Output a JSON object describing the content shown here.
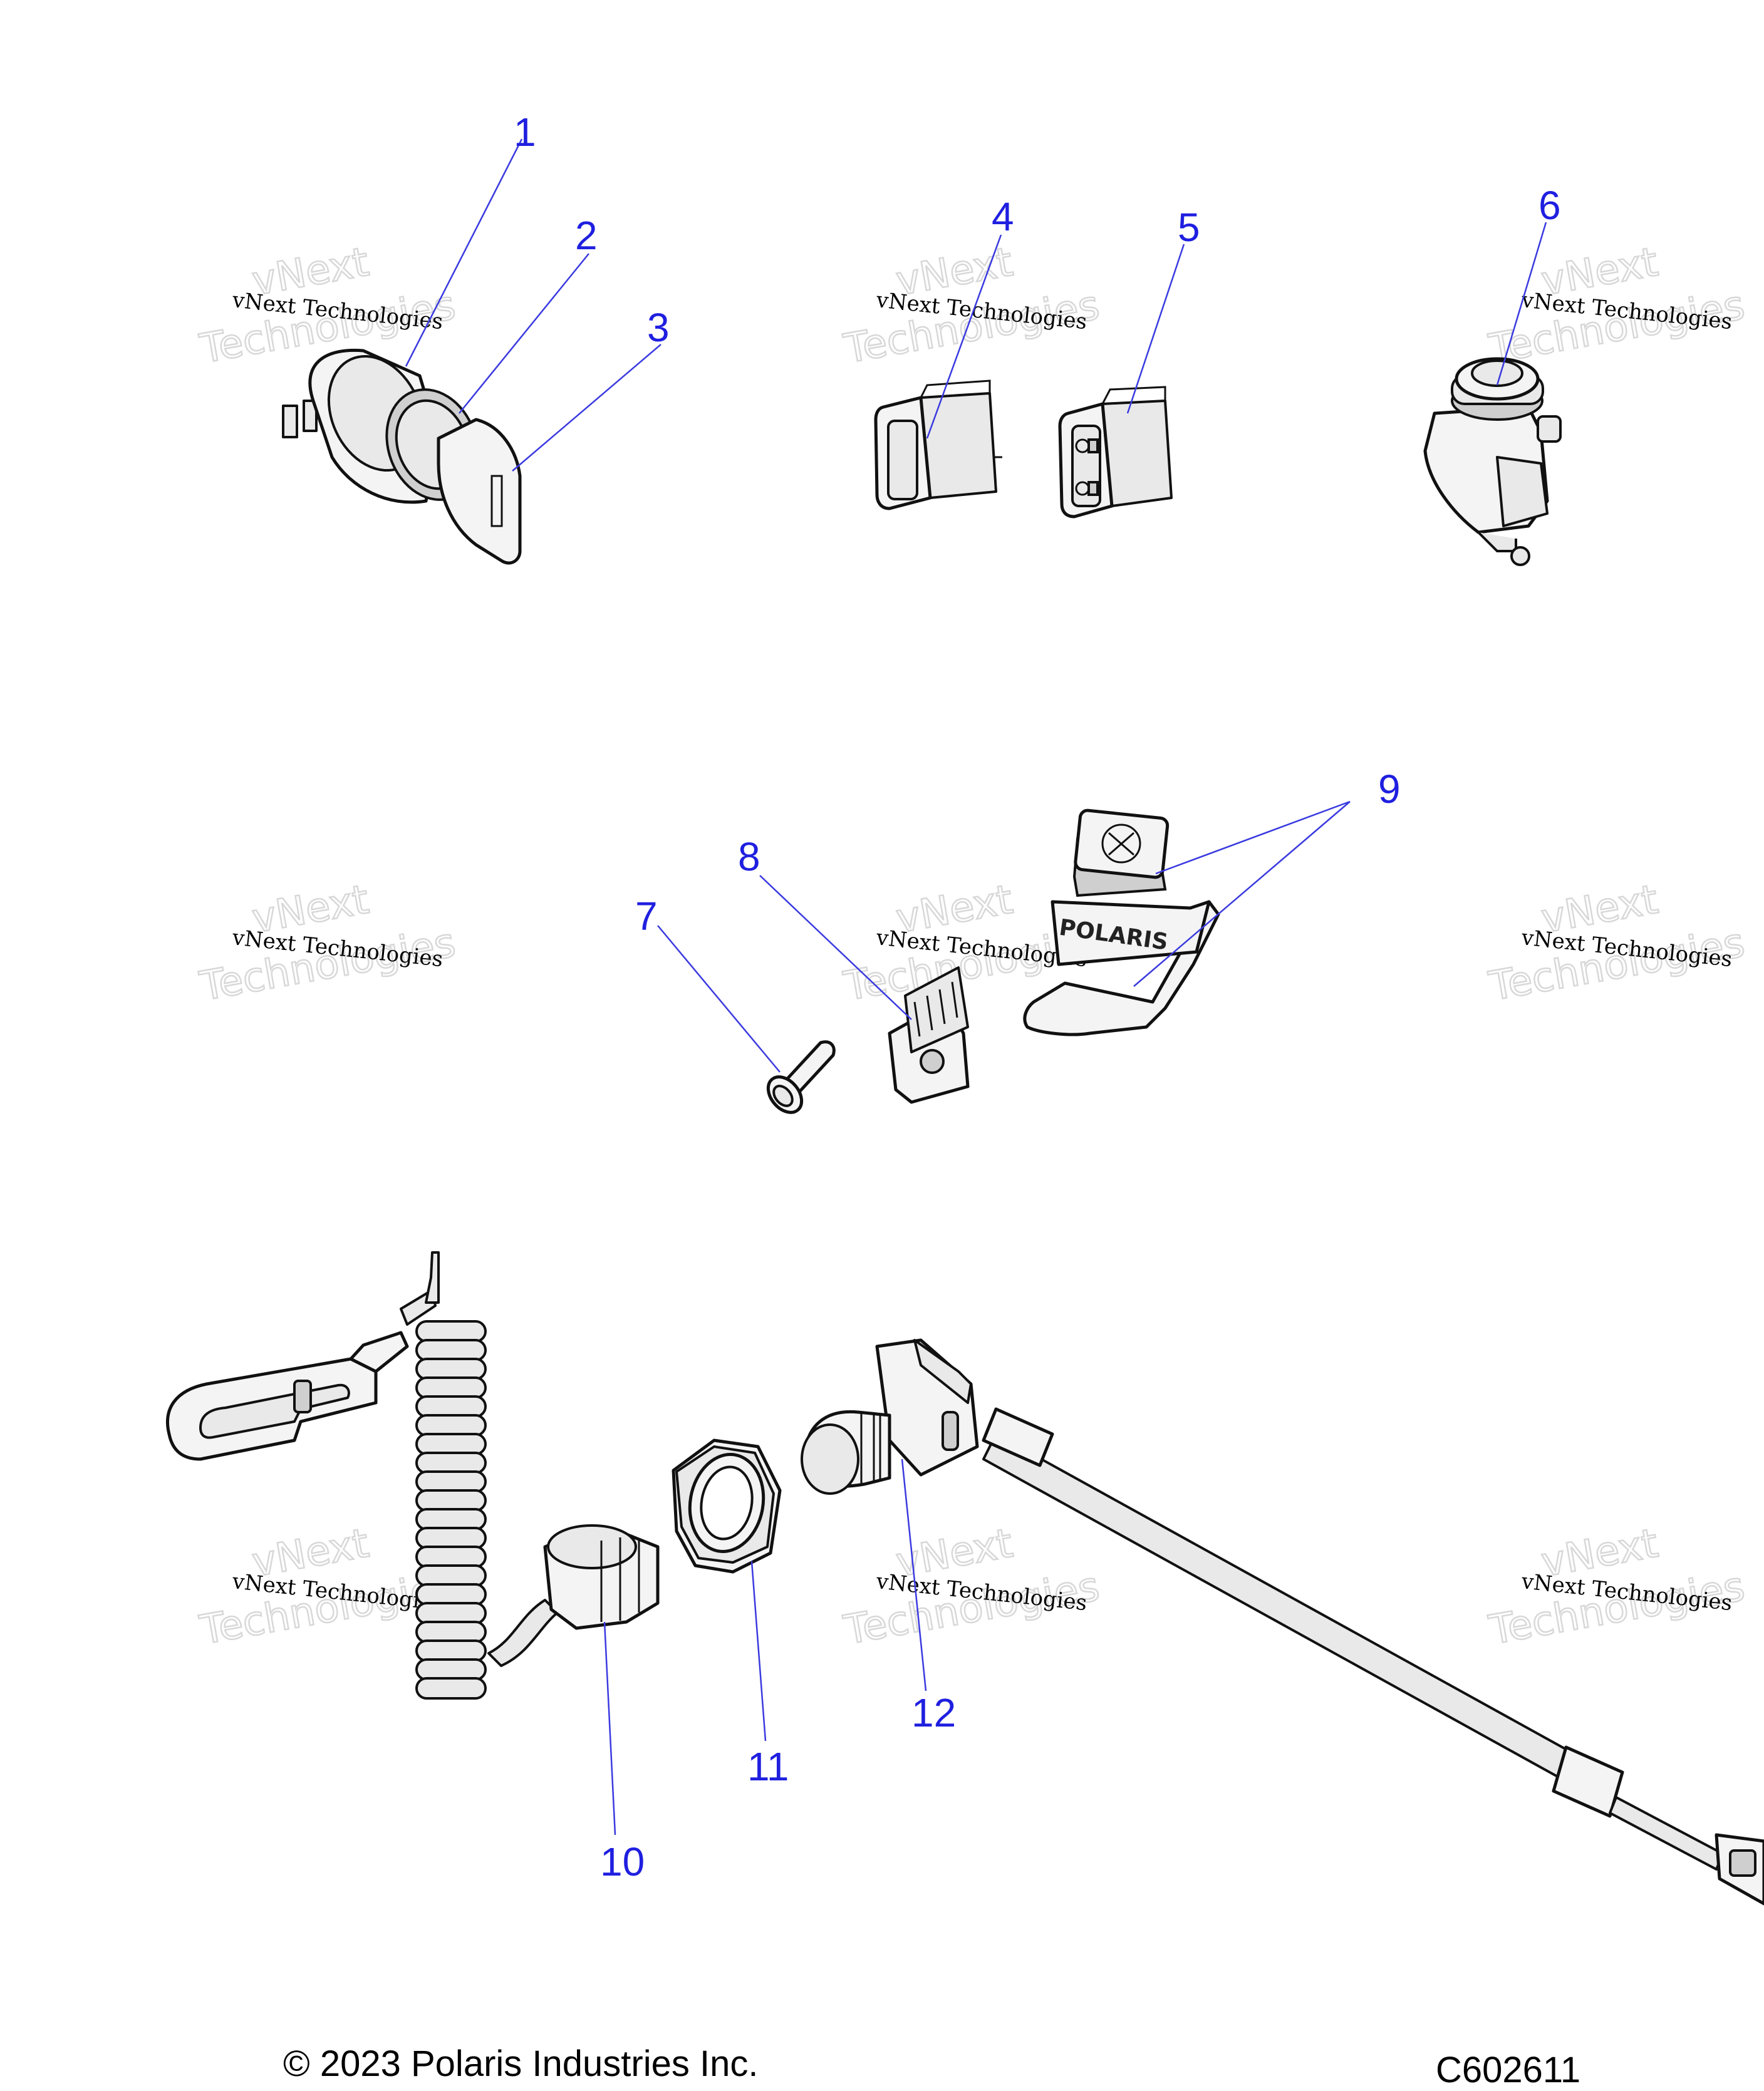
{
  "callouts": [
    "1",
    "2",
    "3",
    "4",
    "5",
    "6",
    "7",
    "8",
    "9",
    "10",
    "11",
    "12"
  ],
  "watermark": {
    "line1": "vNext Technologies",
    "line2": "vNext",
    "line3": "Technologies"
  },
  "footer": {
    "copyright": "© 2023 Polaris Industries Inc.",
    "drawing_id": "C602611"
  }
}
